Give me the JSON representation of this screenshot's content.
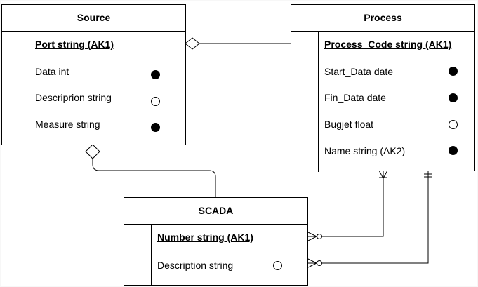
{
  "entities": {
    "source": {
      "title": "Source",
      "primary_key": "Port string (AK1)",
      "attributes": [
        {
          "label": "Data int",
          "required": true
        },
        {
          "label": "Descriprion string",
          "required": false
        },
        {
          "label": "Measure string",
          "required": true
        }
      ]
    },
    "process": {
      "title": "Process",
      "primary_key": "Process_Code string (AK1)",
      "attributes": [
        {
          "label": "Start_Data date",
          "required": true
        },
        {
          "label": "Fin_Data date",
          "required": true
        },
        {
          "label": "Bugjet float",
          "required": false
        },
        {
          "label": "Name string (AK2)",
          "required": true
        }
      ]
    },
    "scada": {
      "title": "SCADA",
      "primary_key": "Number string (AK1)",
      "attributes": [
        {
          "label": "Description string",
          "required": false
        }
      ]
    }
  },
  "relationships": [
    {
      "from": "source",
      "to": "process",
      "type": "aggregation"
    },
    {
      "from": "source",
      "to": "scada",
      "type": "aggregation"
    },
    {
      "from": "scada",
      "to": "process",
      "type": "one-or-many-to-zero-or-many"
    },
    {
      "from": "scada",
      "to": "process",
      "type": "exactly-one-to-zero-or-many"
    }
  ]
}
